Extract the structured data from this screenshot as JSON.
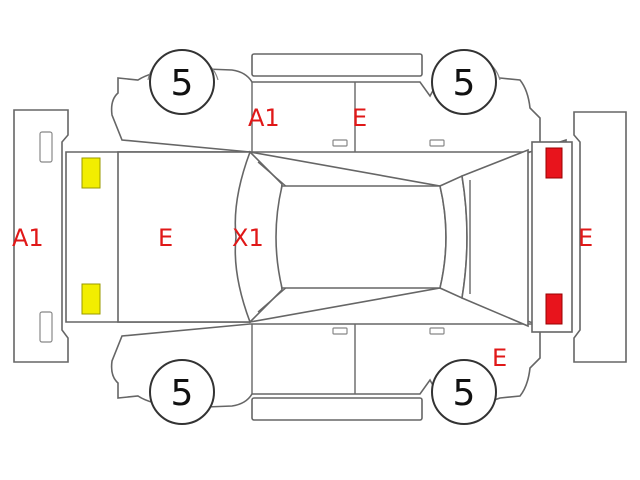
{
  "colors": {
    "outline": "#666666",
    "damage_code": "#e01818",
    "marker_yellow": "#f2ee00",
    "marker_red": "#e8141c"
  },
  "codes": {
    "front_bumper": "A1",
    "hood": "E",
    "front_glass": "X1",
    "left_front_fender": "A1",
    "left_rear_door": "E",
    "rear_bumper": "E",
    "right_rear_quarter": "E"
  },
  "tires": {
    "left_front": "5",
    "left_rear": "5",
    "right_front": "5",
    "right_rear": "5"
  },
  "lights": {
    "front_left": {
      "icon": "headlight-marker",
      "color": "yellow"
    },
    "front_right": {
      "icon": "headlight-marker",
      "color": "yellow"
    },
    "rear_left": {
      "icon": "taillight-marker",
      "color": "red"
    },
    "rear_right": {
      "icon": "taillight-marker",
      "color": "red"
    }
  }
}
